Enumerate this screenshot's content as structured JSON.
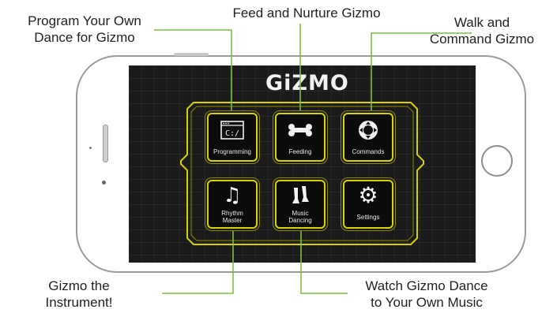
{
  "callouts": {
    "programming": "Program Your Own\nDance for Gizmo",
    "feeding": "Feed and Nurture Gizmo",
    "commands": "Walk and\nCommand Gizmo",
    "rhythm": "Gizmo the\nInstrument!",
    "music": "Watch Gizmo Dance\nto Your Own Music"
  },
  "app": {
    "logo": "GiZMO"
  },
  "menu": [
    {
      "label": "Programming",
      "icon": "terminal-icon",
      "glyph": "C:/"
    },
    {
      "label": "Feeding",
      "icon": "bone-icon"
    },
    {
      "label": "Commands",
      "icon": "direction-pad-icon"
    },
    {
      "label": "Rhythm\nMaster",
      "icon": "music-note-icon",
      "glyph": "♫"
    },
    {
      "label": "Music\nDancing",
      "icon": "dancing-feet-icon"
    },
    {
      "label": "Settings",
      "icon": "gear-icon",
      "glyph": "⚙"
    }
  ],
  "colors": {
    "accent": "#d6d100",
    "screen": "#1b1b1b",
    "callout_line": "#7ac143"
  }
}
